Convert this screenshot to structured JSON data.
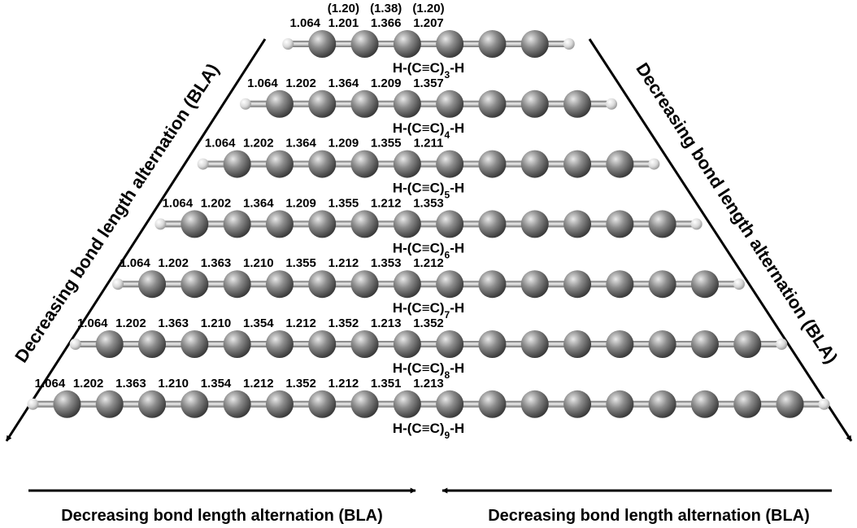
{
  "theme": {
    "carbon_color": "#5f5f5f",
    "carbon_highlight": "#e8e8e8",
    "hydrogen_color": "#d9d9d9",
    "bond_color": "#9a9a9a",
    "arrow_color": "#000000",
    "text_color": "#000000"
  },
  "diagonal_labels": {
    "left": "Decreasing bond length alternation (BLA)",
    "right": "Decreasing bond length alternation (BLA)"
  },
  "bottom_labels": {
    "left": "Decreasing bond length alternation (BLA)",
    "right": "Decreasing bond length alternation (BLA)"
  },
  "molecules": [
    {
      "formula_prefix": "H-(C≡C)",
      "formula_subscript": "3",
      "formula_suffix": "-H",
      "carbon_count": 6,
      "bond_lengths": [
        "1.064",
        "1.201",
        "1.366",
        "1.207"
      ],
      "reference_values": [
        "(1.20)",
        "(1.38)",
        "(1.20)"
      ]
    },
    {
      "formula_prefix": "H-(C≡C)",
      "formula_subscript": "4",
      "formula_suffix": "-H",
      "carbon_count": 8,
      "bond_lengths": [
        "1.064",
        "1.202",
        "1.364",
        "1.209",
        "1.357"
      ]
    },
    {
      "formula_prefix": "H-(C≡C)",
      "formula_subscript": "5",
      "formula_suffix": "-H",
      "carbon_count": 10,
      "bond_lengths": [
        "1.064",
        "1.202",
        "1.364",
        "1.209",
        "1.355",
        "1.211"
      ]
    },
    {
      "formula_prefix": "H-(C≡C)",
      "formula_subscript": "6",
      "formula_suffix": "-H",
      "carbon_count": 12,
      "bond_lengths": [
        "1.064",
        "1.202",
        "1.364",
        "1.209",
        "1.355",
        "1.212",
        "1.353"
      ]
    },
    {
      "formula_prefix": "H-(C≡C)",
      "formula_subscript": "7",
      "formula_suffix": "-H",
      "carbon_count": 14,
      "bond_lengths": [
        "1.064",
        "1.202",
        "1.363",
        "1.210",
        "1.355",
        "1.212",
        "1.353",
        "1.212"
      ]
    },
    {
      "formula_prefix": "H-(C≡C)",
      "formula_subscript": "8",
      "formula_suffix": "-H",
      "carbon_count": 16,
      "bond_lengths": [
        "1.064",
        "1.202",
        "1.363",
        "1.210",
        "1.354",
        "1.212",
        "1.352",
        "1.213",
        "1.352"
      ]
    },
    {
      "formula_prefix": "H-(C≡C)",
      "formula_subscript": "9",
      "formula_suffix": "-H",
      "carbon_count": 18,
      "bond_lengths": [
        "1.064",
        "1.202",
        "1.363",
        "1.210",
        "1.354",
        "1.212",
        "1.352",
        "1.212",
        "1.351",
        "1.213"
      ]
    }
  ]
}
